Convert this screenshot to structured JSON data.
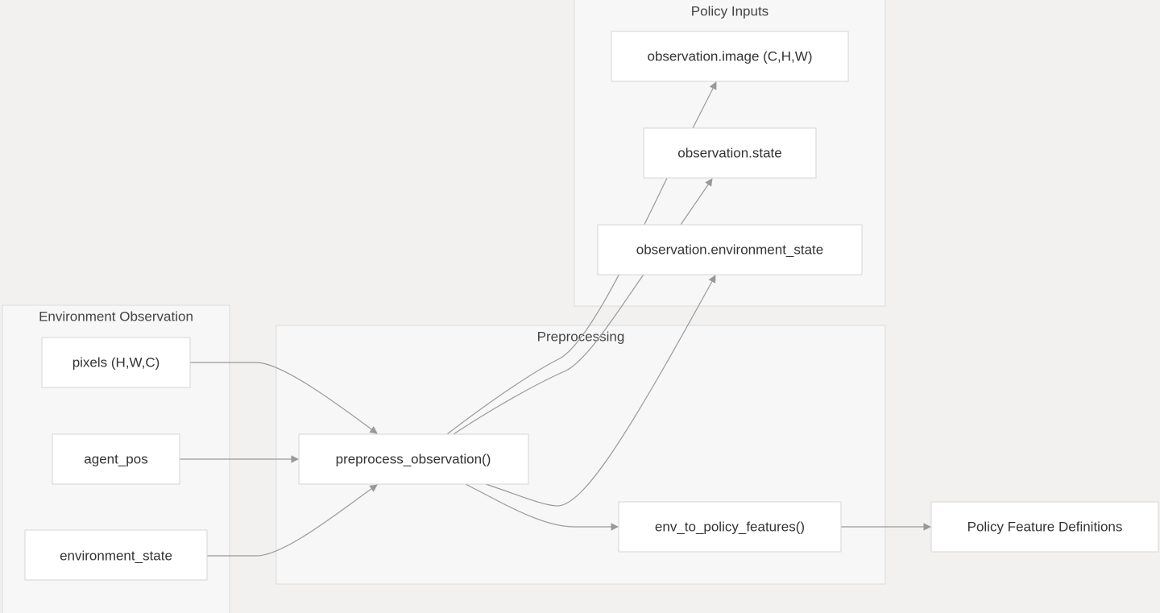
{
  "clusters": {
    "env_obs": "Environment Observation",
    "policy_inputs": "Policy Inputs",
    "preprocessing": "Preprocessing"
  },
  "nodes": {
    "obs_image": "observation.image (C,H,W)",
    "obs_state": "observation.state",
    "obs_env_state": "observation.environment_state",
    "pixels": "pixels (H,W,C)",
    "agent_pos": "agent_pos",
    "environment_state": "environment_state",
    "preprocess": "preprocess_observation()",
    "env_to_policy": "env_to_policy_features()",
    "policy_feature_defs": "Policy Feature Definitions"
  },
  "colors": {
    "background": "#f2f1ef",
    "cluster": "#f7f7f7",
    "node": "#ffffff",
    "edge": "#999999"
  }
}
